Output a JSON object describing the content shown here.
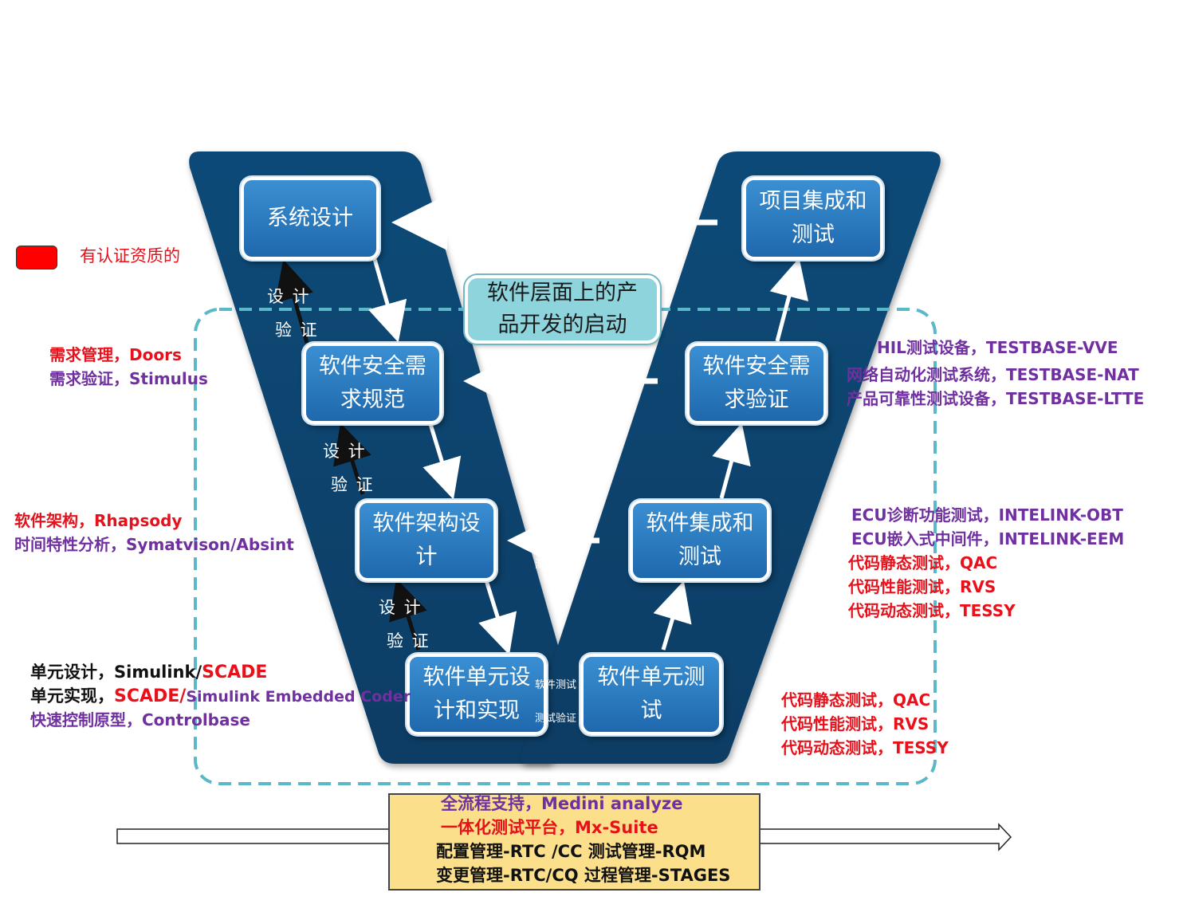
{
  "legend": {
    "color": "#ff0000",
    "label": "有认证资质的"
  },
  "nodes": {
    "sys_design": "系统设计",
    "project_integration_1": "项目集成和",
    "project_integration_2": "测试",
    "sw_safety_req_1": "软件安全需",
    "sw_safety_req_2": "求规范",
    "sw_safety_verify_1": "软件安全需",
    "sw_safety_verify_2": "求验证",
    "sw_arch_1": "软件架构设",
    "sw_arch_2": "计",
    "sw_integration_1": "软件集成和",
    "sw_integration_2": "测试",
    "sw_unit_design_1": "软件单元设",
    "sw_unit_design_2": "计和实现",
    "sw_unit_test_1": "软件单元测",
    "sw_unit_test_2": "试"
  },
  "center": {
    "line1": "软件层面上的产",
    "line2": "品开发的启动"
  },
  "v_labels": {
    "design": "设 计",
    "verify": "验 证"
  },
  "arrow_labels": {
    "test": "软件测试",
    "test_verify": "测试验证"
  },
  "left_annotations": {
    "req_mgmt": "需求管理，Doors",
    "req_verify": "需求验证，Stimulus",
    "sw_arch": "软件架构，Rhapsody",
    "timing": "时间特性分析，Symatvison/Absint",
    "unit_design_prefix": "单元设计，Simulink/",
    "unit_design_tool": "SCADE",
    "unit_impl_prefix": "单元实现，",
    "unit_impl_tool": "SCADE/",
    "unit_impl_coder": "Simulink Embedded Coder",
    "rapid_proto": "快速控制原型，Controlbase"
  },
  "right_annotations": {
    "hil": "HIL测试设备，TESTBASE-VVE",
    "network": "网络自动化测试系统，TESTBASE-NAT",
    "reliability": "产品可靠性测试设备，TESTBASE-LTTE",
    "ecu_diag": "ECU诊断功能测试，INTELINK-OBT",
    "ecu_embedded": "ECU嵌入式中间件，INTELINK-EEM",
    "static_1": "代码静态测试，QAC",
    "perf_1": "代码性能测试，RVS",
    "dynamic_1": "代码动态测试，TESSY",
    "static_2": "代码静态测试，QAC",
    "perf_2": "代码性能测试，RVS",
    "dynamic_2": "代码动态测试，TESSY"
  },
  "tools": {
    "line1": "全流程支持，Medini analyze",
    "line2": "一体化测试平台，Mx-Suite",
    "line3": "配置管理-RTC /CC   测试管理-RQM",
    "line4": "变更管理-RTC/CQ   过程管理-STAGES"
  },
  "colors": {
    "v_fill": "#0f4f7a",
    "node": "#2a78c0",
    "dashed": "#5bb8c8",
    "tool_bg": "#fcdf8a"
  }
}
